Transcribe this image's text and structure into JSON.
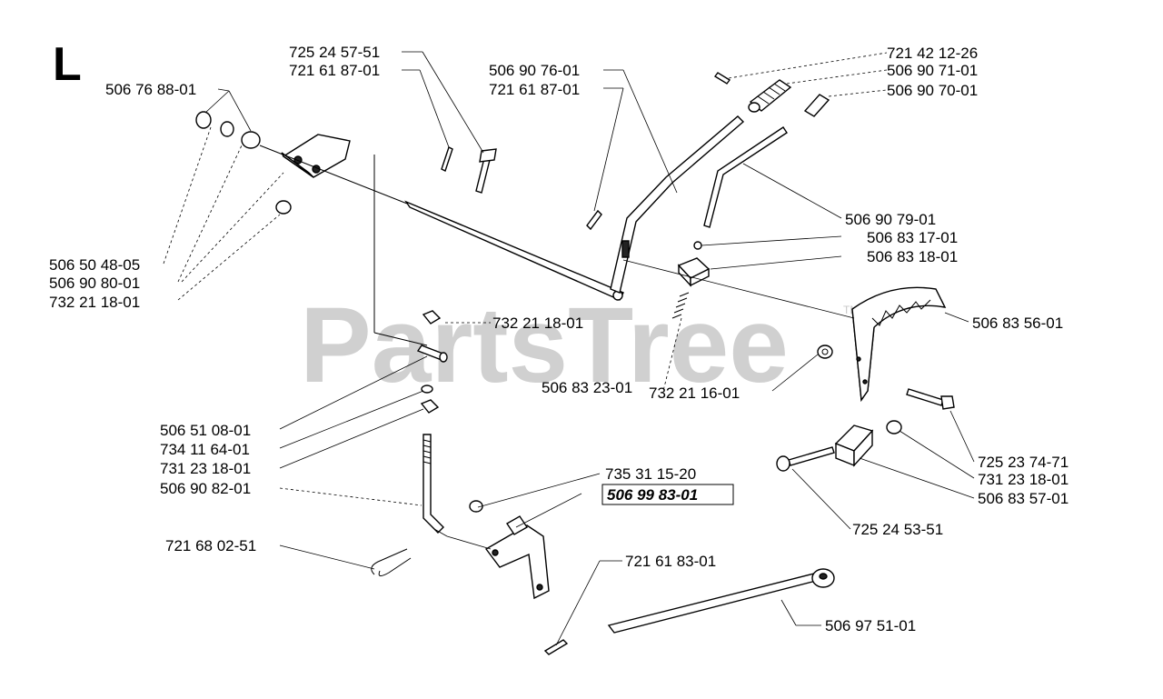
{
  "section_letter": "L",
  "watermark": {
    "text": "PartsTree",
    "tm": "TM"
  },
  "highlight_part": "506 99 83-01",
  "labels": [
    "721 42 12-26",
    "506 90 71-01",
    "506 90 70-01",
    "725 24 57-51",
    "721 61 87-01",
    "506 90 76-01",
    "721 61 87-01",
    "506 76 88-01",
    "506 90 79-01",
    "506 83 17-01",
    "506 83 18-01",
    "506 50 48-05",
    "506 90 80-01",
    "732 21 18-01",
    "732 21 18-01",
    "506 83 56-01",
    "506 83 23-01",
    "732 21 16-01",
    "506 51 08-01",
    "734 11 64-01",
    "731 23 18-01",
    "506 90 82-01",
    "735 31 15-20",
    "725 23 74-71",
    "731 23 18-01",
    "506 83 57-01",
    "725 24 53-51",
    "721 68 02-51",
    "721 61 83-01",
    "506 97 51-01"
  ]
}
